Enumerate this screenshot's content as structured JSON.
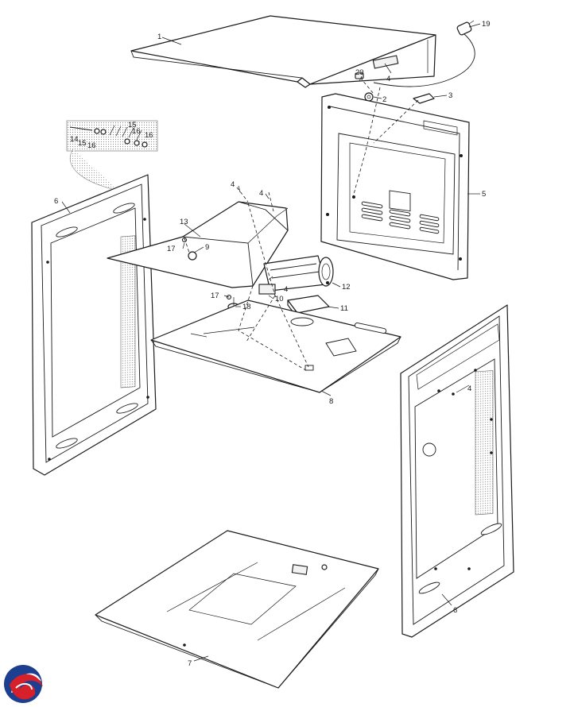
{
  "callouts": {
    "c1": "1",
    "c2": "2",
    "c3": "3",
    "c4a": "4",
    "c4b": "4",
    "c4c": "4",
    "c4d": "4",
    "c4e": "4",
    "c5": "5",
    "c6a": "6",
    "c6b": "6",
    "c7": "7",
    "c8": "8",
    "c9": "9",
    "c10": "10",
    "c11": "11",
    "c12": "12",
    "c13": "13",
    "c14": "14",
    "c15a": "15",
    "c15b": "15",
    "c16a": "16",
    "c16b": "16",
    "c16c": "16",
    "c17a": "17",
    "c17b": "17",
    "c18": "18",
    "c19": "19",
    "c20": "20"
  },
  "colors": {
    "line": "#1a1a1a",
    "hatch": "#9a9a9a",
    "logo_blue": "#1d3f8f",
    "logo_red": "#d6202a"
  },
  "icons": {
    "logo": "brand-swirl-logo"
  }
}
